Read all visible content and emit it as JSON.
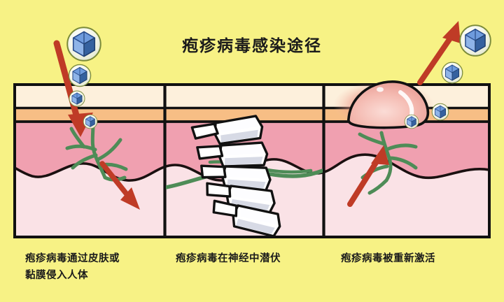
{
  "page": {
    "background_color": "#F7F285",
    "title": "疱疹病毒感染途径"
  },
  "panels": [
    {
      "index": 1,
      "caption": "疱疹病毒通过皮肤或\n黏膜侵入人体",
      "elements": [
        "virus-particles",
        "entry-arrow-down",
        "nerve-branches",
        "spread-arrow-down-right"
      ]
    },
    {
      "index": 2,
      "caption": "疱疹病毒在神经中潜伏",
      "elements": [
        "vertebrae-column",
        "nerve-fiber"
      ]
    },
    {
      "index": 3,
      "caption": "疱疹病毒被重新激活",
      "elements": [
        "blister-lesion",
        "reactivation-arrow-up",
        "release-arrow-up-right",
        "virus-particles",
        "nerve-branches"
      ]
    }
  ],
  "skin_layers": [
    {
      "name": "表皮 epidermis",
      "color": "#FDF0DC"
    },
    {
      "name": "基底层 basal band",
      "color": "#F7BE85"
    },
    {
      "name": "真皮上层 upper dermis",
      "color": "#F0A0B0"
    },
    {
      "name": "真皮下层 lower dermis",
      "color": "#FAE2E6"
    }
  ],
  "colors": {
    "background": "#F7F285",
    "outline": "#111111",
    "arrow_red": "#C0392B",
    "nerve_green": "#4E8C57",
    "virus_capsid": "#3F6FBF",
    "virus_envelope": "#F4F6E8",
    "virus_rim": "#7A8A3A",
    "blister_pink": "#F4B3B3",
    "blister_red": "#E06A62",
    "vertebra_fill": "#FFFFFF",
    "vertebra_shade": "#C9CEDC"
  },
  "icons": {
    "virus": "virus-particle-icon",
    "arrow": "arrow-icon",
    "nerve": "nerve-fiber-icon",
    "vertebra": "vertebra-icon",
    "blister": "blister-icon"
  }
}
